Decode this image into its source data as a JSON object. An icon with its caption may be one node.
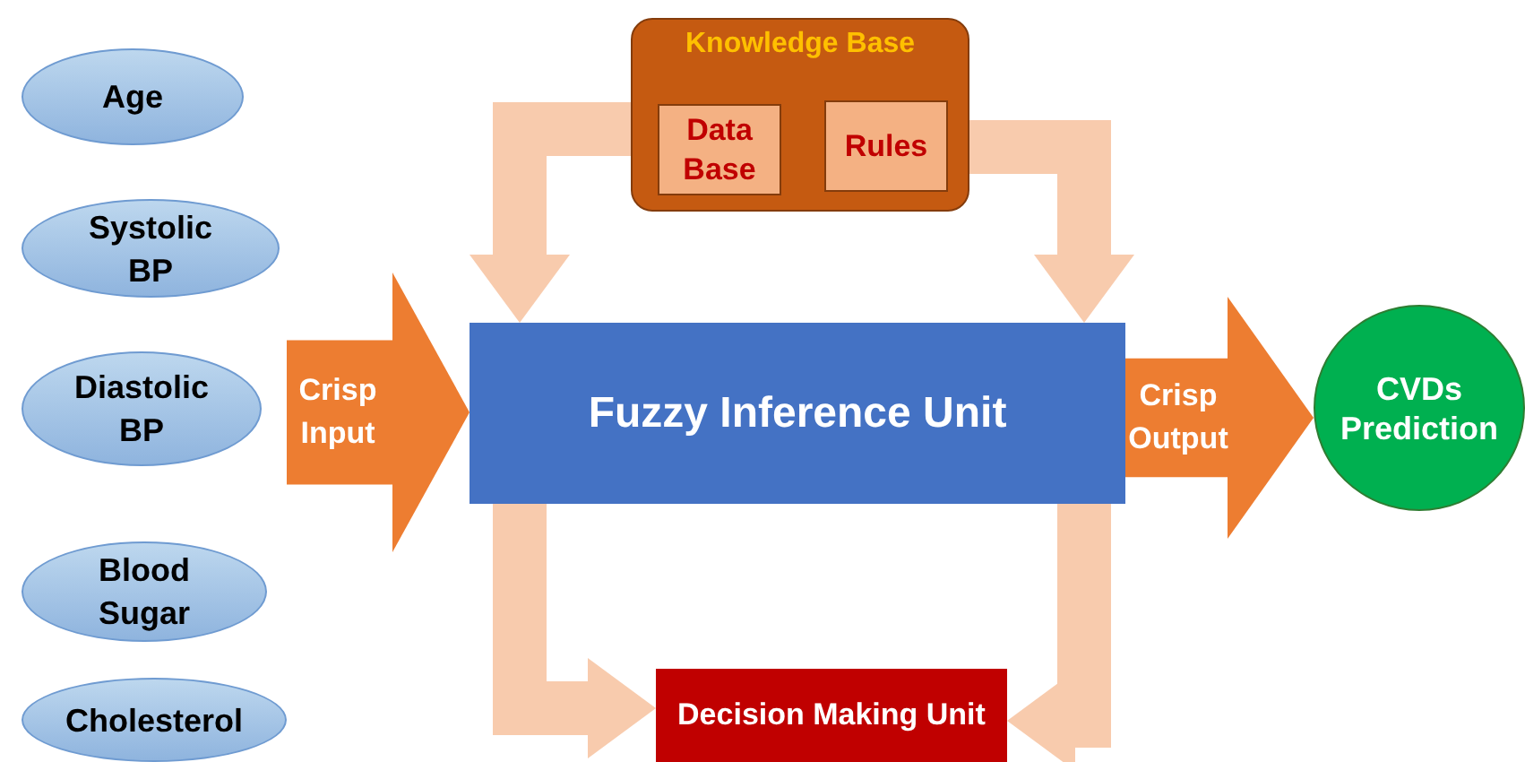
{
  "diagram": {
    "nodes": [
      {
        "text": [
          "Age"
        ]
      },
      {
        "text": [
          "Systolic BP"
        ]
      },
      {
        "text": [
          "Diastolic BP"
        ]
      },
      {
        "text": [
          "Blood Sugar"
        ]
      },
      {
        "text": [
          "Cholesterol"
        ]
      },
      {
        "text": [
          "Knowledge Base"
        ]
      },
      {
        "text": [
          "Data Base"
        ],
        "in": 5
      },
      {
        "text": [
          "Rules"
        ],
        "in": 5
      },
      {
        "text": [
          "Fuzzy Inference Unit"
        ]
      },
      {
        "text": [
          "CVDs",
          "Prediction"
        ]
      },
      {
        "text": [
          "Decision Making Unit"
        ]
      }
    ],
    "edges": [
      {
        "from": null,
        "to": 8,
        "arrow": "to",
        "label": "Crisp Input",
        "style": "thick",
        "color": "#ed7d31"
      },
      {
        "from": 5,
        "to": 8,
        "arrow": "to"
      },
      {
        "from": 5,
        "to": 8,
        "arrow": "to"
      },
      {
        "from": 8,
        "to": 9,
        "arrow": "to",
        "label": "Crisp Output",
        "style": "thick",
        "color": "#ed7d31"
      },
      {
        "from": 8,
        "to": 10,
        "arrow": "to"
      },
      {
        "from": 8,
        "to": 10,
        "arrow": "to"
      }
    ]
  }
}
